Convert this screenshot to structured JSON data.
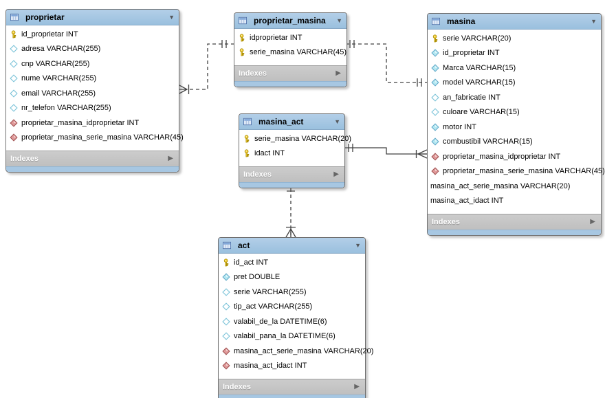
{
  "diagram": {
    "canvas_background": "#ffffff",
    "colors": {
      "table_header_blue": "#9ec2e0",
      "table_bottom_strip_blue": "#a7c7e2",
      "indexes_bar_gray": "#c4c4c4",
      "indexes_text": "#ffffff",
      "row_text": "#000000",
      "key_icon_yellow": "#f2cf3a",
      "notnull_diamond_cyan": "#b5e8f2",
      "nullable_diamond_border": "#79c2d8",
      "foreign_key_diamond_red": "#e09a9a",
      "connector_line": "#404040"
    },
    "tables": [
      {
        "id": "proprietar",
        "title": "proprietar",
        "footer": "Indexes",
        "columns": [
          {
            "icon": "key",
            "text": "id_proprietar INT"
          },
          {
            "icon": "diamond-outline",
            "text": "adresa VARCHAR(255)"
          },
          {
            "icon": "diamond-outline",
            "text": "cnp VARCHAR(255)"
          },
          {
            "icon": "diamond-outline",
            "text": "nume VARCHAR(255)"
          },
          {
            "icon": "diamond-outline",
            "text": "email VARCHAR(255)"
          },
          {
            "icon": "diamond-outline",
            "text": "nr_telefon VARCHAR(255)"
          },
          {
            "icon": "diamond-red",
            "text": "proprietar_masina_idproprietar INT"
          },
          {
            "icon": "diamond-red",
            "text": "proprietar_masina_serie_masina VARCHAR(45)"
          }
        ]
      },
      {
        "id": "proprietar_masina",
        "title": "proprietar_masina",
        "footer": "Indexes",
        "columns": [
          {
            "icon": "key",
            "text": "idproprietar INT"
          },
          {
            "icon": "key",
            "text": "serie_masina VARCHAR(45)"
          }
        ]
      },
      {
        "id": "masina",
        "title": "masina",
        "footer": "Indexes",
        "columns": [
          {
            "icon": "key",
            "text": "serie VARCHAR(20)"
          },
          {
            "icon": "diamond",
            "text": "id_proprietar INT"
          },
          {
            "icon": "diamond",
            "text": "Marca VARCHAR(15)"
          },
          {
            "icon": "diamond",
            "text": "model VARCHAR(15)"
          },
          {
            "icon": "diamond-outline",
            "text": "an_fabricatie INT"
          },
          {
            "icon": "diamond-outline",
            "text": "culoare VARCHAR(15)"
          },
          {
            "icon": "diamond",
            "text": "motor INT"
          },
          {
            "icon": "diamond",
            "text": "combustibil VARCHAR(15)"
          },
          {
            "icon": "diamond-red",
            "text": "proprietar_masina_idproprietar INT"
          },
          {
            "icon": "diamond-red",
            "text": "proprietar_masina_serie_masina VARCHAR(45)"
          },
          {
            "icon": "none",
            "text": "masina_act_serie_masina VARCHAR(20)"
          },
          {
            "icon": "none",
            "text": "masina_act_idact INT"
          }
        ]
      },
      {
        "id": "masina_act",
        "title": "masina_act",
        "footer": "Indexes",
        "columns": [
          {
            "icon": "key",
            "text": "serie_masina VARCHAR(20)"
          },
          {
            "icon": "key",
            "text": "idact INT"
          }
        ]
      },
      {
        "id": "act",
        "title": "act",
        "footer": "Indexes",
        "columns": [
          {
            "icon": "key",
            "text": "id_act INT"
          },
          {
            "icon": "diamond",
            "text": "pret DOUBLE"
          },
          {
            "icon": "diamond-outline",
            "text": "serie VARCHAR(255)"
          },
          {
            "icon": "diamond-outline",
            "text": "tip_act VARCHAR(255)"
          },
          {
            "icon": "diamond-outline",
            "text": "valabil_de_la DATETIME(6)"
          },
          {
            "icon": "diamond-outline",
            "text": "valabil_pana_la DATETIME(6)"
          },
          {
            "icon": "diamond-red",
            "text": "masina_act_serie_masina VARCHAR(20)"
          },
          {
            "icon": "diamond-red",
            "text": "masina_act_idact INT"
          }
        ]
      }
    ],
    "relationships": [
      {
        "from": "proprietar",
        "to": "proprietar_masina",
        "line": "dashed",
        "from_marker": "crow-foot-bar",
        "to_marker": "double-bar"
      },
      {
        "from": "proprietar_masina",
        "to": "masina",
        "line": "dashed",
        "from_marker": "double-bar",
        "to_marker": "double-bar"
      },
      {
        "from": "masina_act",
        "to": "masina",
        "line": "solid",
        "from_marker": "double-bar",
        "to_marker": "crow-foot-bar"
      },
      {
        "from": "masina_act",
        "to": "act",
        "line": "dashed",
        "from_marker": "double-bar",
        "to_marker": "crow-foot-bar"
      }
    ]
  }
}
